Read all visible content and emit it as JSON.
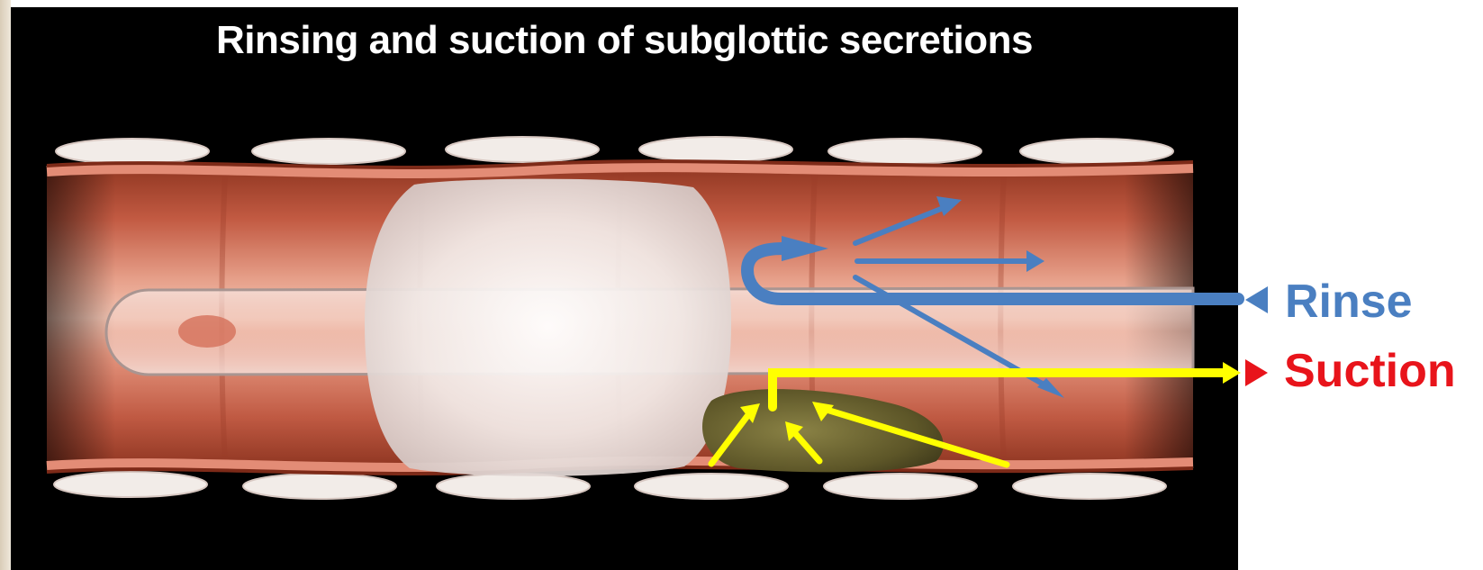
{
  "title": "Rinsing and suction of subglottic secretions",
  "labels": {
    "rinse": "Rinse",
    "suction": "Suction"
  },
  "colors": {
    "rinse": "#4a7fc1",
    "suction": "#e8141b",
    "suction_flow": "#ffff00",
    "background": "#000000",
    "tissue": "#c9624e",
    "cartilage": "#f2ece8",
    "cuff": "#f3f0ee",
    "secretions": "#6b6431"
  }
}
